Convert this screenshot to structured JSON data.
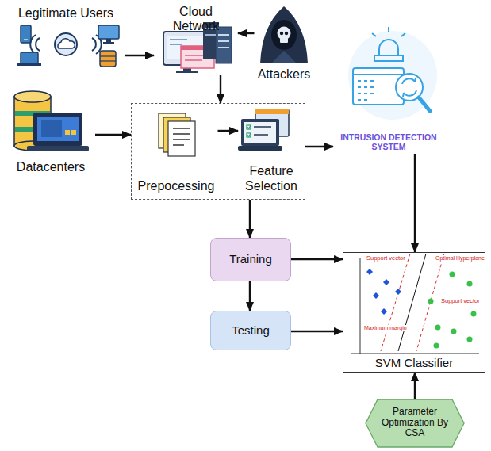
{
  "diagram": {
    "nodes": [
      {
        "text": [
          "Legitimate Users"
        ]
      },
      {
        "text": [
          "Cloud Network"
        ]
      },
      {
        "text": [
          "Attackers"
        ]
      },
      {
        "text": [
          "Datacenters"
        ]
      },
      {
        "text": []
      },
      {
        "text": [
          "Prepocessing"
        ],
        "in": 4
      },
      {
        "text": [
          "Feature Selection"
        ],
        "in": 4
      },
      {
        "text": [
          "INTRUSION DETECTION SYSTEM"
        ]
      },
      {
        "text": [
          "Training"
        ]
      },
      {
        "text": [
          "Testing"
        ]
      },
      {
        "text": [
          "SVM Classifier"
        ]
      },
      {
        "text": [
          "Parameter Optimization By CSA"
        ]
      }
    ],
    "edges": [
      {
        "from": 0,
        "to": 1,
        "arrow": "to"
      },
      {
        "from": 2,
        "to": 1,
        "arrow": "to"
      },
      {
        "from": 1,
        "to": 4,
        "arrow": "to"
      },
      {
        "from": 3,
        "to": 4,
        "arrow": "to"
      },
      {
        "from": 5,
        "to": 6,
        "arrow": "to"
      },
      {
        "from": 4,
        "to": 7,
        "arrow": "to"
      },
      {
        "from": 4,
        "to": 8,
        "arrow": "to"
      },
      {
        "from": 8,
        "to": 9,
        "arrow": "to"
      },
      {
        "from": 8,
        "to": 10,
        "arrow": "to"
      },
      {
        "from": 9,
        "to": 10,
        "arrow": "to"
      },
      {
        "from": 7,
        "to": 10,
        "arrow": "to"
      },
      {
        "from": 11,
        "to": 10,
        "arrow": "to"
      }
    ],
    "labels": [
      "Support vector",
      "Optimal Hyperplane",
      "Support vector",
      "Maximum margin"
    ]
  }
}
